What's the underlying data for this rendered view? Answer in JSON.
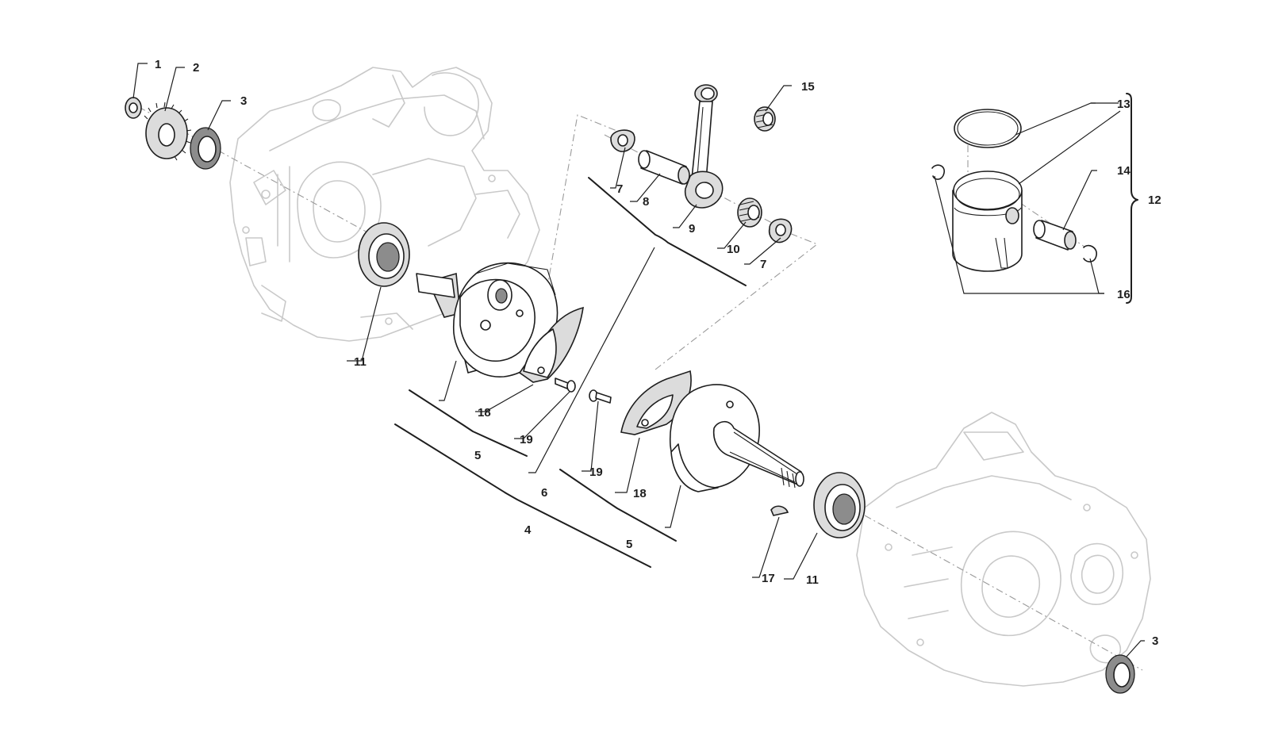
{
  "diagram": {
    "callouts": {
      "c1": "1",
      "c2": "2",
      "c3a": "3",
      "c3b": "3",
      "c4": "4",
      "c5a": "5",
      "c5b": "5",
      "c6": "6",
      "c7a": "7",
      "c7b": "7",
      "c8": "8",
      "c9": "9",
      "c10": "10",
      "c11a": "11",
      "c11b": "11",
      "c12": "12",
      "c13": "13",
      "c14": "14",
      "c15": "15",
      "c16": "16",
      "c17": "17",
      "c18a": "18",
      "c18b": "18",
      "c19a": "19",
      "c19b": "19"
    }
  },
  "colors": {
    "line": "#1e1e1e",
    "ghost": "#c9c9c9",
    "part_fill": "#dcdcdc"
  }
}
